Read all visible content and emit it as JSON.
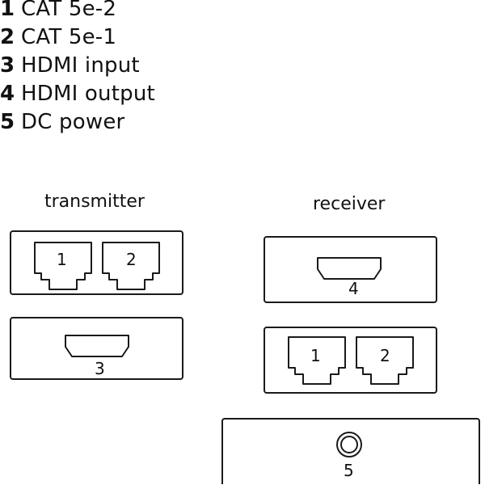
{
  "legend": [
    {
      "num": "1",
      "text": "CAT 5e-2"
    },
    {
      "num": "2",
      "text": "CAT 5e-1"
    },
    {
      "num": "3",
      "text": "HDMI input"
    },
    {
      "num": "4",
      "text": "HDMI output"
    },
    {
      "num": "5",
      "text": "DC power"
    }
  ],
  "transmitter": {
    "title": "transmitter",
    "rj45_1_label": "1",
    "rj45_2_label": "2",
    "hdmi_label": "3"
  },
  "receiver": {
    "title": "receiver",
    "hdmi_label": "4",
    "rj45_1_label": "1",
    "rj45_2_label": "2",
    "dc_label": "5"
  },
  "colors": {
    "line": "#1a1a1a",
    "background": "#ffffff"
  }
}
